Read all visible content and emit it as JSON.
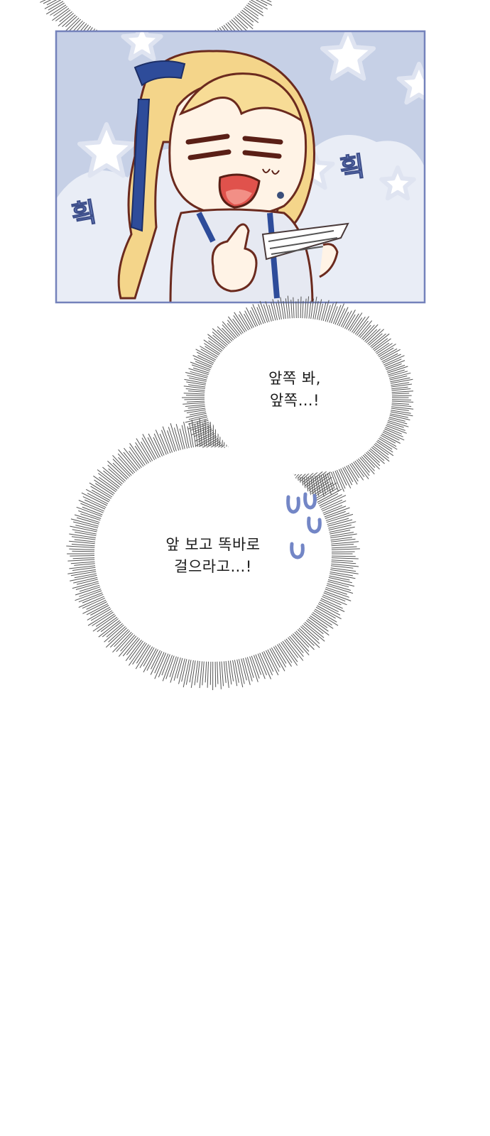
{
  "panel": {
    "character": "blonde-chibi-girl",
    "sfx_left": "흭",
    "sfx_right": "흭",
    "bg_color": "#c6d0e6",
    "star_color": "#ffffff",
    "border_color": "#7482bb"
  },
  "bubbles": [
    {
      "lines": [
        "앞쪽 봐,",
        "앞쪽…!"
      ]
    },
    {
      "lines": [
        "앞 보고 똑바로",
        "걸으라고…!"
      ]
    }
  ],
  "sweat_marks": {
    "color": "#7386c6",
    "count": 4
  }
}
